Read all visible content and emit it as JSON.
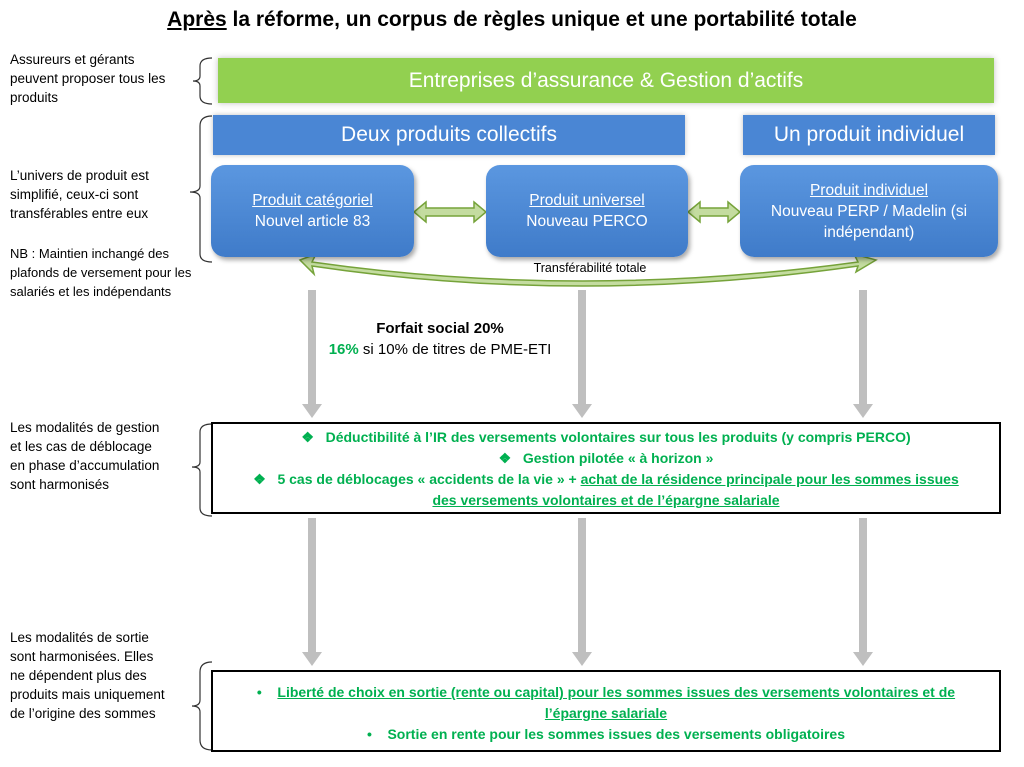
{
  "title": {
    "underlined": "Après",
    "rest": " la réforme, un corpus de règles unique et une portabilité totale"
  },
  "side_notes": {
    "providers": "Assureurs et gérants peuvent proposer tous les produits",
    "universe": "L’univers de produit est simplifié, ceux-ci sont transférables entre eux",
    "nb": "NB : Maintien inchangé des plafonds de versement pour les salariés et les indépendants",
    "management": "Les modalités de gestion et les cas de déblocage en phase d’accumulation sont harmonisés",
    "exit": "Les modalités de sortie sont harmonisées. Elles ne dépendent plus des produits mais uniquement de l’origine des sommes"
  },
  "providers_bar": "Entreprises d’assurance & Gestion d’actifs",
  "groups": {
    "collective": "Deux produits collectifs",
    "individual": "Un produit individuel"
  },
  "products": [
    {
      "title": "Produit catégoriel",
      "subtitle": "Nouvel article 83"
    },
    {
      "title": "Produit universel",
      "subtitle": "Nouveau PERCO"
    },
    {
      "title": "Produit individuel",
      "subtitle": "Nouveau PERP / Madelin (si indépendant)"
    }
  ],
  "transfer_label": "Transférabilité totale",
  "forfait": {
    "title": "Forfait social 20%",
    "reduced_rate": "16%",
    "reduced_condition": " si 10% de titres de PME-ETI"
  },
  "management_box": {
    "bullet": "❖",
    "items": [
      "Déductibilité à l’IR des versements volontaires sur tous les produits (y compris PERCO)",
      "Gestion pilotée « à horizon »"
    ],
    "item3_plain": "5 cas de déblocages « accidents de la vie » + ",
    "item3_underlined": "achat de la résidence principale pour les sommes issues des versements volontaires et de l’épargne salariale"
  },
  "exit_box": {
    "bullet": "•",
    "item1_underlined": "Liberté de choix en sortie (rente ou capital) pour les sommes issues des versements volontaires et de l’épargne salariale",
    "item2": "Sortie en rente pour les sommes issues des versements obligatoires"
  },
  "colors": {
    "green_bar": "#92d050",
    "blue": "#4a86d4",
    "text_green": "#00b050",
    "arrow_green": "#c4dca0",
    "arrow_gray": "#bfbfbf"
  }
}
